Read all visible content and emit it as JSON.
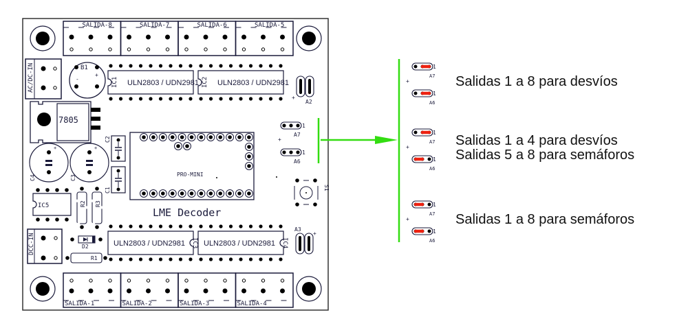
{
  "board": {
    "title": "LME Decoder",
    "module_label": "PRO-MINI",
    "regulator_label": "7805",
    "power_connector_label": "AC/DC-IN",
    "dcc_connector_label": "DCC-IN",
    "bridge_label": "B1",
    "optocoupler_label": "IC5",
    "switch_label": "S1",
    "diode_label": "D2",
    "resistors": [
      "R1",
      "R2",
      "R3"
    ],
    "capacitors": [
      "C1",
      "C2",
      "C3",
      "C4"
    ],
    "driver_ics": [
      {
        "ref": "IC1",
        "part": "ULN2803 / UDN2981"
      },
      {
        "ref": "IC2",
        "part": "ULN2803 / UDN2981"
      },
      {
        "ref": "IC3",
        "part": "ULN2803 / UDN2981"
      },
      {
        "ref": "IC4",
        "part": "ULN2803 / UDN2981"
      }
    ],
    "outputs_top": [
      "SALIDA-8",
      "SALIDA-7",
      "SALIDA-6",
      "SALIDA-5"
    ],
    "outputs_bottom": [
      "SALIDA-1",
      "SALIDA-2",
      "SALIDA-3",
      "SALIDA-4"
    ],
    "jumpers": {
      "a2": "A2",
      "a3": "A3",
      "a7": "A7",
      "a6": "A6",
      "pin1": "1",
      "plus": "+"
    }
  },
  "legend": {
    "options": [
      {
        "a7_bridge": "pins 2-3",
        "a6_bridge": "pins 2-3",
        "lines": [
          "Salidas 1 a 8 para desvíos"
        ]
      },
      {
        "a7_bridge": "pins 2-3",
        "a6_bridge": "pins 1-2",
        "lines": [
          "Salidas 1 a 4 para desvíos",
          "Salidas 5 a 8 para semáforos"
        ]
      },
      {
        "a7_bridge": "pins 1-2",
        "a6_bridge": "pins 1-2",
        "lines": [
          "Salidas 1 a 8 para semáforos"
        ]
      }
    ]
  },
  "colors": {
    "silkscreen": "#1a1a3a",
    "arrow": "#33dd11",
    "jumper_bridge": "#ee2211"
  }
}
